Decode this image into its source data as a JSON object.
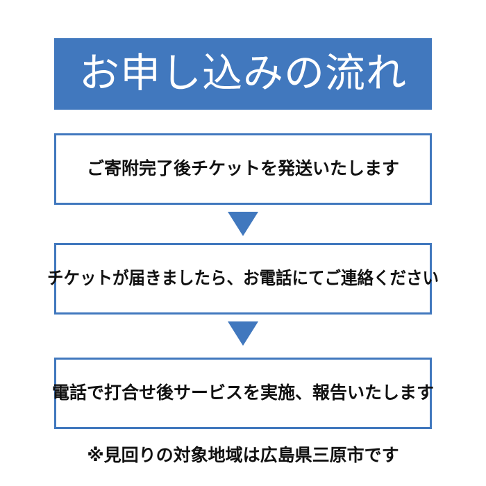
{
  "header": {
    "title": "お申し込みの流れ",
    "background_color": "#4178be",
    "text_color": "#ffffff"
  },
  "theme": {
    "accent_color": "#4178be",
    "box_border_color": "#4178be",
    "box_background_color": "#ffffff",
    "text_color": "#111111",
    "page_background_color": "#ffffff"
  },
  "flow": {
    "steps": [
      {
        "index": 1,
        "label": "ご寄附完了後チケットを発送いたします"
      },
      {
        "index": 2,
        "label": "チケットが届きましたら、お電話にてご連絡ください"
      },
      {
        "index": 3,
        "label": "電話で打合せ後サービスを実施、報告いたします"
      }
    ],
    "connectors": [
      {
        "index": 1,
        "icon": "triangle-down-icon",
        "color": "#4178be"
      },
      {
        "index": 2,
        "icon": "triangle-down-icon",
        "color": "#4178be"
      }
    ]
  },
  "footnote": {
    "text": "※見回りの対象地域は広島県三原市です"
  }
}
